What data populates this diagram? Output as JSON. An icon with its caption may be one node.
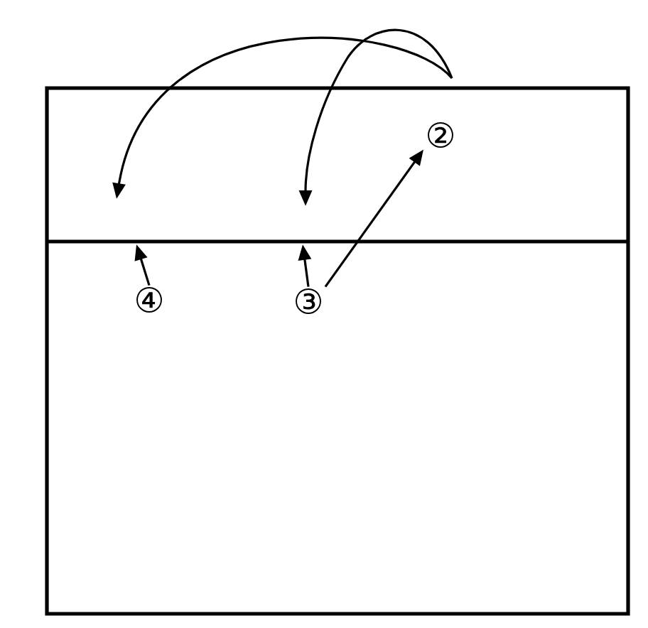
{
  "diagram": {
    "nodes": [
      {
        "text": [
          "②"
        ]
      },
      {
        "text": [
          "③"
        ]
      },
      {
        "text": [
          "④"
        ]
      }
    ],
    "edges": [
      {
        "from": 1,
        "to": 0,
        "arrow": "to"
      },
      {
        "from": 1,
        "to": null,
        "arrow": "to"
      },
      {
        "from": 2,
        "to": null,
        "arrow": "to"
      }
    ]
  }
}
